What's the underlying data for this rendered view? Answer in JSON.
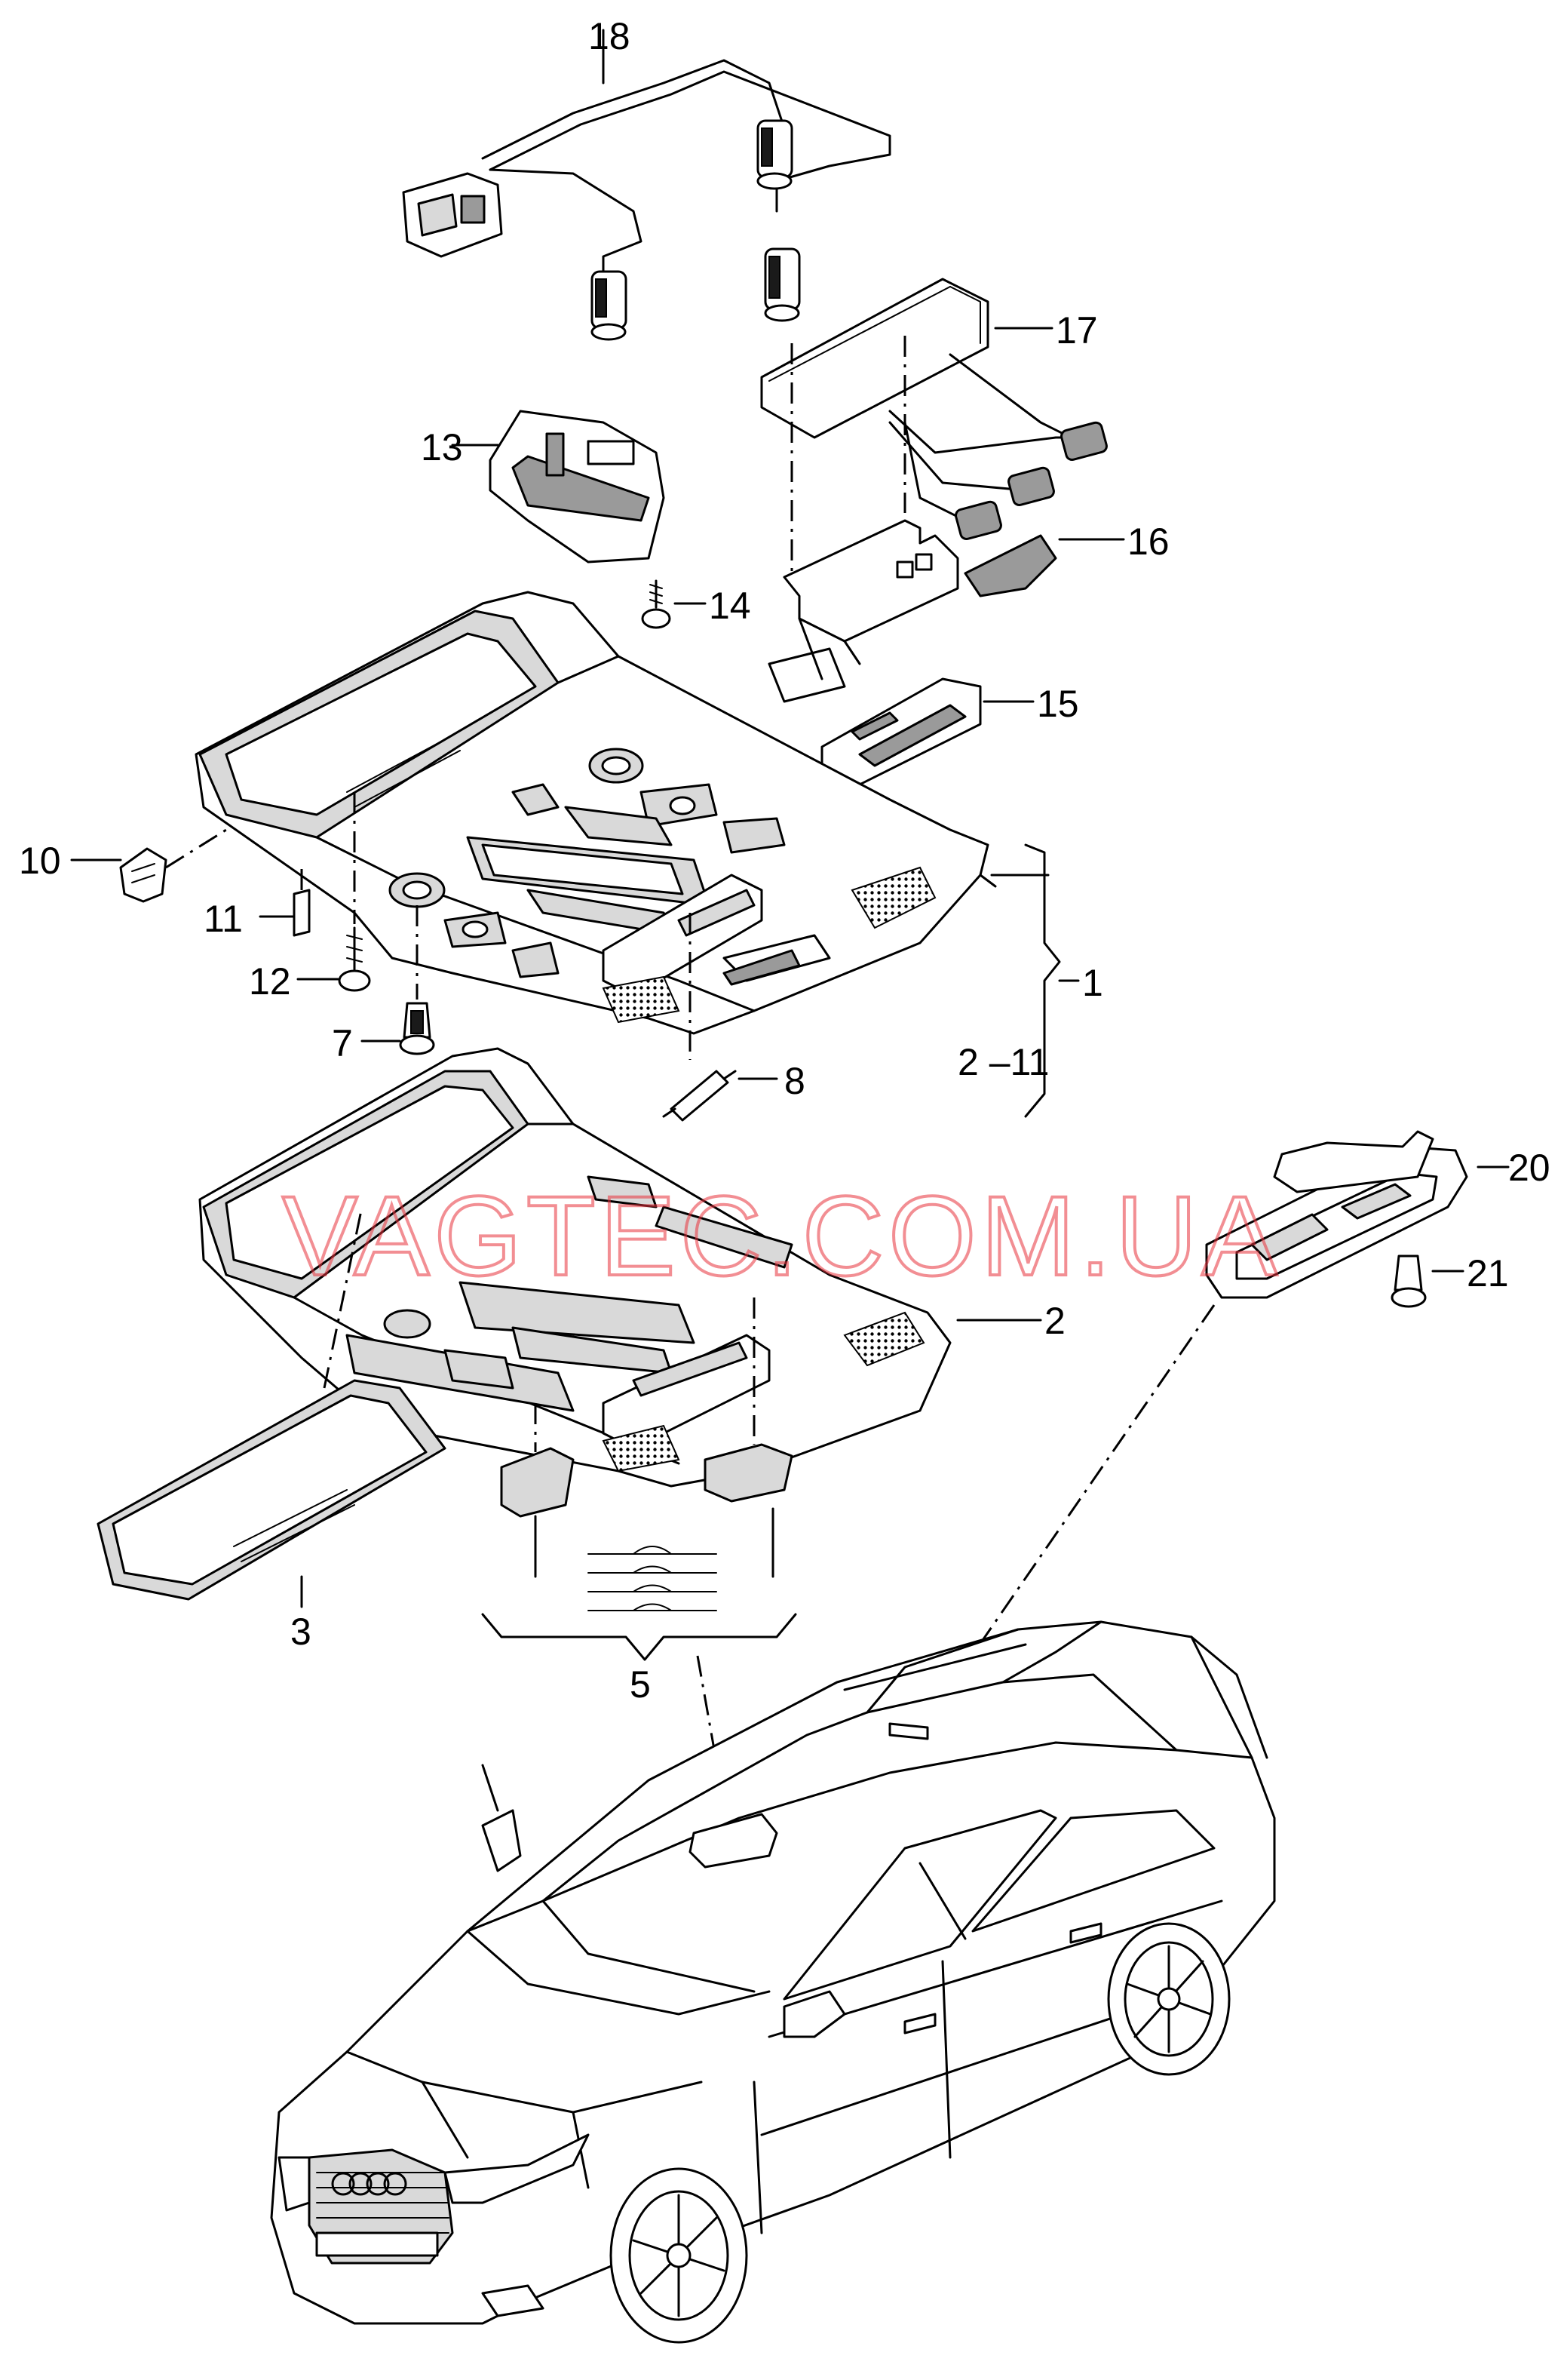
{
  "callouts": {
    "c1": "1",
    "c2": "2",
    "c2_11": "2 –11",
    "c3": "3",
    "c5": "5",
    "c7": "7",
    "c8": "8",
    "c10": "10",
    "c11": "11",
    "c12": "12",
    "c13": "13",
    "c14": "14",
    "c15": "15",
    "c16": "16",
    "c17": "17",
    "c18": "18",
    "c20": "20",
    "c21": "21"
  },
  "watermark": "VAGTEC.COM.UA",
  "colors": {
    "line": "#000000",
    "watermark": "#e8323c",
    "background": "#ffffff"
  }
}
